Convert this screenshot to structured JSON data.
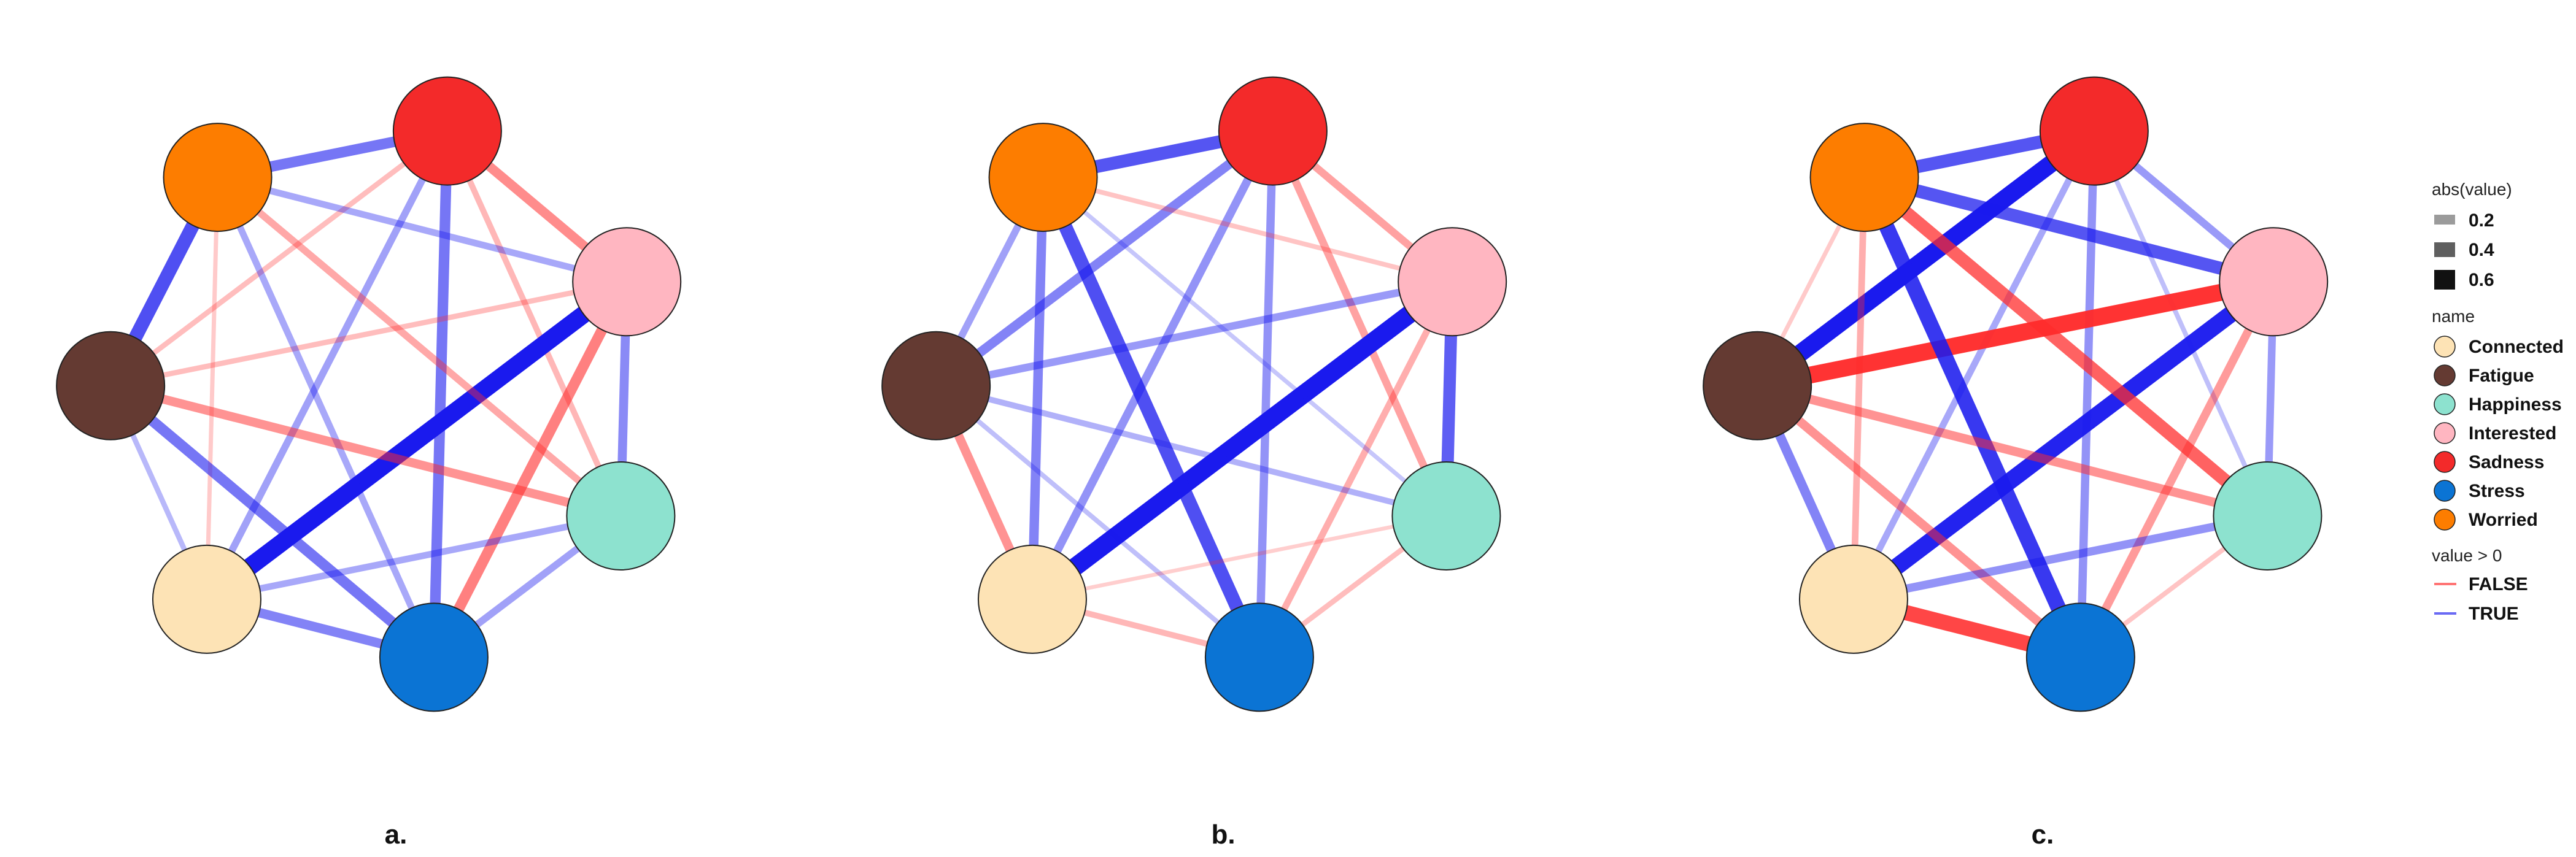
{
  "nodes": [
    {
      "name": "Sadness",
      "color": "#f32a2a"
    },
    {
      "name": "Interested",
      "color": "#ffb6c1"
    },
    {
      "name": "Happiness",
      "color": "#8de2cf"
    },
    {
      "name": "Stress",
      "color": "#0b74d4"
    },
    {
      "name": "Connected",
      "color": "#fde3b5"
    },
    {
      "name": "Fatigue",
      "color": "#643a32"
    },
    {
      "name": "Worried",
      "color": "#fd7d00"
    }
  ],
  "edge_colors": {
    "FALSE": "#ff2b2b",
    "TRUE": "#1a1aee"
  },
  "panels": [
    {
      "label": "a.",
      "edges": [
        {
          "a": "Sadness",
          "b": "Interested",
          "value": -0.3
        },
        {
          "a": "Sadness",
          "b": "Worried",
          "value": 0.35
        },
        {
          "a": "Sadness",
          "b": "Fatigue",
          "value": -0.12
        },
        {
          "a": "Sadness",
          "b": "Connected",
          "value": 0.2
        },
        {
          "a": "Sadness",
          "b": "Stress",
          "value": 0.35
        },
        {
          "a": "Sadness",
          "b": "Happiness",
          "value": -0.15
        },
        {
          "a": "Interested",
          "b": "Worried",
          "value": 0.18
        },
        {
          "a": "Interested",
          "b": "Connected",
          "value": 0.65
        },
        {
          "a": "Interested",
          "b": "Stress",
          "value": -0.35
        },
        {
          "a": "Interested",
          "b": "Happiness",
          "value": 0.28
        },
        {
          "a": "Interested",
          "b": "Fatigue",
          "value": -0.12
        },
        {
          "a": "Worried",
          "b": "Fatigue",
          "value": 0.48
        },
        {
          "a": "Worried",
          "b": "Happiness",
          "value": -0.2
        },
        {
          "a": "Worried",
          "b": "Stress",
          "value": 0.18
        },
        {
          "a": "Worried",
          "b": "Connected",
          "value": -0.08
        },
        {
          "a": "Fatigue",
          "b": "Happiness",
          "value": -0.28
        },
        {
          "a": "Fatigue",
          "b": "Stress",
          "value": 0.35
        },
        {
          "a": "Fatigue",
          "b": "Connected",
          "value": 0.12
        },
        {
          "a": "Happiness",
          "b": "Connected",
          "value": 0.18
        },
        {
          "a": "Happiness",
          "b": "Stress",
          "value": 0.2
        },
        {
          "a": "Connected",
          "b": "Stress",
          "value": 0.3
        }
      ]
    },
    {
      "label": "b.",
      "edges": [
        {
          "a": "Sadness",
          "b": "Interested",
          "value": -0.22
        },
        {
          "a": "Sadness",
          "b": "Worried",
          "value": 0.45
        },
        {
          "a": "Sadness",
          "b": "Fatigue",
          "value": 0.3
        },
        {
          "a": "Sadness",
          "b": "Connected",
          "value": 0.25
        },
        {
          "a": "Sadness",
          "b": "Stress",
          "value": 0.25
        },
        {
          "a": "Sadness",
          "b": "Happiness",
          "value": -0.22
        },
        {
          "a": "Interested",
          "b": "Worried",
          "value": -0.1
        },
        {
          "a": "Interested",
          "b": "Fatigue",
          "value": 0.22
        },
        {
          "a": "Interested",
          "b": "Connected",
          "value": 0.68
        },
        {
          "a": "Interested",
          "b": "Stress",
          "value": -0.18
        },
        {
          "a": "Interested",
          "b": "Happiness",
          "value": 0.42
        },
        {
          "a": "Worried",
          "b": "Fatigue",
          "value": 0.2
        },
        {
          "a": "Worried",
          "b": "Happiness",
          "value": 0.08
        },
        {
          "a": "Worried",
          "b": "Stress",
          "value": 0.48
        },
        {
          "a": "Worried",
          "b": "Connected",
          "value": 0.3
        },
        {
          "a": "Fatigue",
          "b": "Happiness",
          "value": 0.15
        },
        {
          "a": "Fatigue",
          "b": "Stress",
          "value": 0.1
        },
        {
          "a": "Fatigue",
          "b": "Connected",
          "value": -0.28
        },
        {
          "a": "Happiness",
          "b": "Stress",
          "value": -0.12
        },
        {
          "a": "Happiness",
          "b": "Connected",
          "value": -0.06
        },
        {
          "a": "Connected",
          "b": "Stress",
          "value": -0.15
        }
      ]
    },
    {
      "label": "c.",
      "edges": [
        {
          "a": "Sadness",
          "b": "Interested",
          "value": 0.22
        },
        {
          "a": "Sadness",
          "b": "Worried",
          "value": 0.45
        },
        {
          "a": "Sadness",
          "b": "Fatigue",
          "value": 0.65
        },
        {
          "a": "Sadness",
          "b": "Connected",
          "value": 0.18
        },
        {
          "a": "Sadness",
          "b": "Stress",
          "value": 0.25
        },
        {
          "a": "Sadness",
          "b": "Happiness",
          "value": 0.1
        },
        {
          "a": "Interested",
          "b": "Worried",
          "value": 0.45
        },
        {
          "a": "Interested",
          "b": "Fatigue",
          "value": -0.62
        },
        {
          "a": "Interested",
          "b": "Connected",
          "value": 0.62
        },
        {
          "a": "Interested",
          "b": "Stress",
          "value": -0.25
        },
        {
          "a": "Interested",
          "b": "Happiness",
          "value": 0.22
        },
        {
          "a": "Worried",
          "b": "Fatigue",
          "value": -0.08
        },
        {
          "a": "Worried",
          "b": "Happiness",
          "value": -0.45
        },
        {
          "a": "Worried",
          "b": "Stress",
          "value": 0.55
        },
        {
          "a": "Worried",
          "b": "Connected",
          "value": -0.18
        },
        {
          "a": "Fatigue",
          "b": "Happiness",
          "value": -0.28
        },
        {
          "a": "Fatigue",
          "b": "Stress",
          "value": -0.28
        },
        {
          "a": "Fatigue",
          "b": "Connected",
          "value": 0.3
        },
        {
          "a": "Happiness",
          "b": "Stress",
          "value": -0.1
        },
        {
          "a": "Happiness",
          "b": "Connected",
          "value": 0.25
        },
        {
          "a": "Connected",
          "b": "Stress",
          "value": -0.55
        }
      ]
    }
  ],
  "legend": {
    "size_title": "abs(value)",
    "size_items": [
      {
        "label": "0.2"
      },
      {
        "label": "0.4"
      },
      {
        "label": "0.6"
      }
    ],
    "color_title": "name",
    "color_items": [
      {
        "label": "Connected"
      },
      {
        "label": "Fatigue"
      },
      {
        "label": "Happiness"
      },
      {
        "label": "Interested"
      },
      {
        "label": "Sadness"
      },
      {
        "label": "Stress"
      },
      {
        "label": "Worried"
      }
    ],
    "sign_title": "value > 0",
    "sign_items": [
      {
        "label": "FALSE"
      },
      {
        "label": "TRUE"
      }
    ]
  }
}
